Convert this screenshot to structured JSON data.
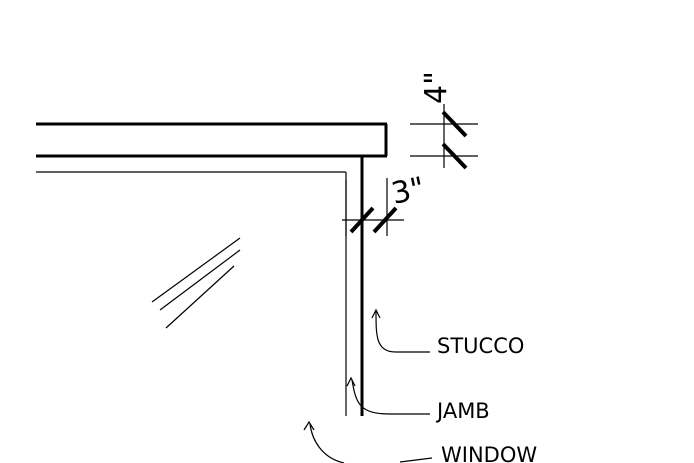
{
  "labels": {
    "stucco": "STUCCO",
    "jamb": "JAMB",
    "window": "WINDOW"
  },
  "dimensions": {
    "vertical": "4\"",
    "horizontal": "3\""
  }
}
